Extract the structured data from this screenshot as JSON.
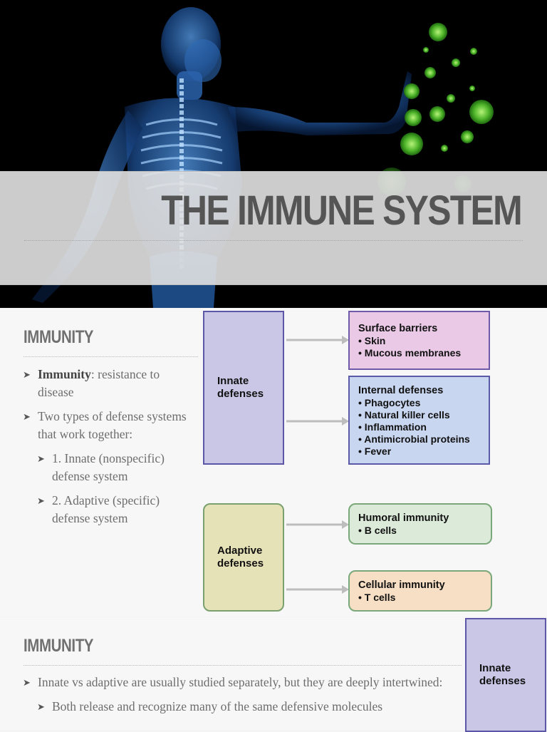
{
  "slide1": {
    "title": "THE IMMUNE SYSTEM"
  },
  "slide2": {
    "heading": "IMMUNITY",
    "bullets": [
      {
        "bold": "Immunity",
        "text": ": resistance to disease"
      },
      {
        "text": "Two types of defense systems that work together:"
      },
      {
        "text": "1. Innate (nonspecific) defense system",
        "sub": true
      },
      {
        "text": "2. Adaptive (specific) defense system",
        "sub": true
      }
    ],
    "diagram": {
      "innate_label": "Innate defenses",
      "adaptive_label": "Adaptive defenses",
      "surface": {
        "title": "Surface barriers",
        "items": [
          "• Skin",
          "• Mucous membranes"
        ]
      },
      "internal": {
        "title": "Internal defenses",
        "items": [
          "• Phagocytes",
          "• Natural killer cells",
          "• Inflammation",
          "• Antimicrobial proteins",
          "• Fever"
        ]
      },
      "humoral": {
        "title": "Humoral immunity",
        "items": [
          "• B cells"
        ]
      },
      "cellular": {
        "title": "Cellular immunity",
        "items": [
          "• T cells"
        ]
      },
      "colors": {
        "innate_fill": "#c9c6e6",
        "innate_border": "#5d57a8",
        "surface_fill": "#e9c9e6",
        "surface_border": "#6e5aa8",
        "internal_fill": "#c9d6f0",
        "internal_border": "#5a5aa8",
        "adaptive_fill": "#e6e2b8",
        "adaptive_border": "#7aa06e",
        "humoral_fill": "#dcebd9",
        "humoral_border": "#7aa87a",
        "cellular_fill": "#f6dfc4",
        "cellular_border": "#7aa87a",
        "arrow": "#bdbdbd"
      }
    }
  },
  "slide3": {
    "heading": "IMMUNITY",
    "bullets": [
      {
        "text": "Innate vs adaptive are usually studied separately, but they are deeply intertwined:"
      },
      {
        "text": "Both release and recognize many of the same defensive molecules",
        "sub": true
      }
    ],
    "innate_label": "Innate defenses"
  }
}
